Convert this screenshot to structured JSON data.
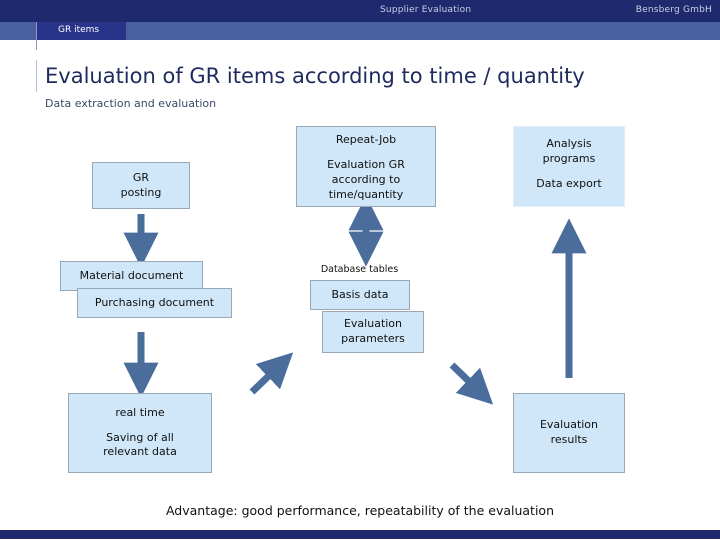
{
  "header": {
    "top_title": "Supplier Evaluation",
    "company": "Bensberg GmbH",
    "tab_label": "GR items"
  },
  "title": "Evaluation of GR items according to time / quantity",
  "subtitle": "Data extraction and evaluation",
  "caption": "Advantage: good performance, repeatability of the evaluation",
  "boxes": {
    "gr_posting": {
      "line1": "GR",
      "line2": "posting"
    },
    "repeat_job": {
      "line1": "Repeat-Job",
      "line2": "Evaluation GR",
      "line3": "according to",
      "line4": "time/quantity"
    },
    "analysis": {
      "line1": "Analysis",
      "line2": "programs",
      "line3": "Data export"
    },
    "material_document": {
      "label": "Material document"
    },
    "purchasing_document": {
      "label": "Purchasing document"
    },
    "database_tables_label": {
      "label": "Database tables"
    },
    "basis_data": {
      "label": "Basis data"
    },
    "evaluation_parameters": {
      "line1": "Evaluation",
      "line2": "parameters"
    },
    "real_time": {
      "line1": "real time",
      "line2": "Saving of all",
      "line3": "relevant data"
    },
    "evaluation_results": {
      "line1": "Evaluation",
      "line2": "results"
    }
  },
  "colors": {
    "header_navy": "#1f2a6e",
    "header_band": "#4a5fa0",
    "tab_blue": "#27348a",
    "box_fill": "#cfe7f9",
    "box_border": "#9aa7b4",
    "arrow": "#4a6d9c",
    "title_text": "#1f2a5e"
  },
  "arrows": [
    {
      "name": "gr-posting-to-material-document",
      "direction": "down"
    },
    {
      "name": "repeat-job-to-database-tables",
      "direction": "up-down"
    },
    {
      "name": "analysis-from-evaluation-results",
      "direction": "up"
    },
    {
      "name": "purchasing-document-to-real-time",
      "direction": "down"
    },
    {
      "name": "real-time-to-database-tables",
      "direction": "up-right"
    },
    {
      "name": "database-tables-to-evaluation-results",
      "direction": "down-right"
    }
  ]
}
